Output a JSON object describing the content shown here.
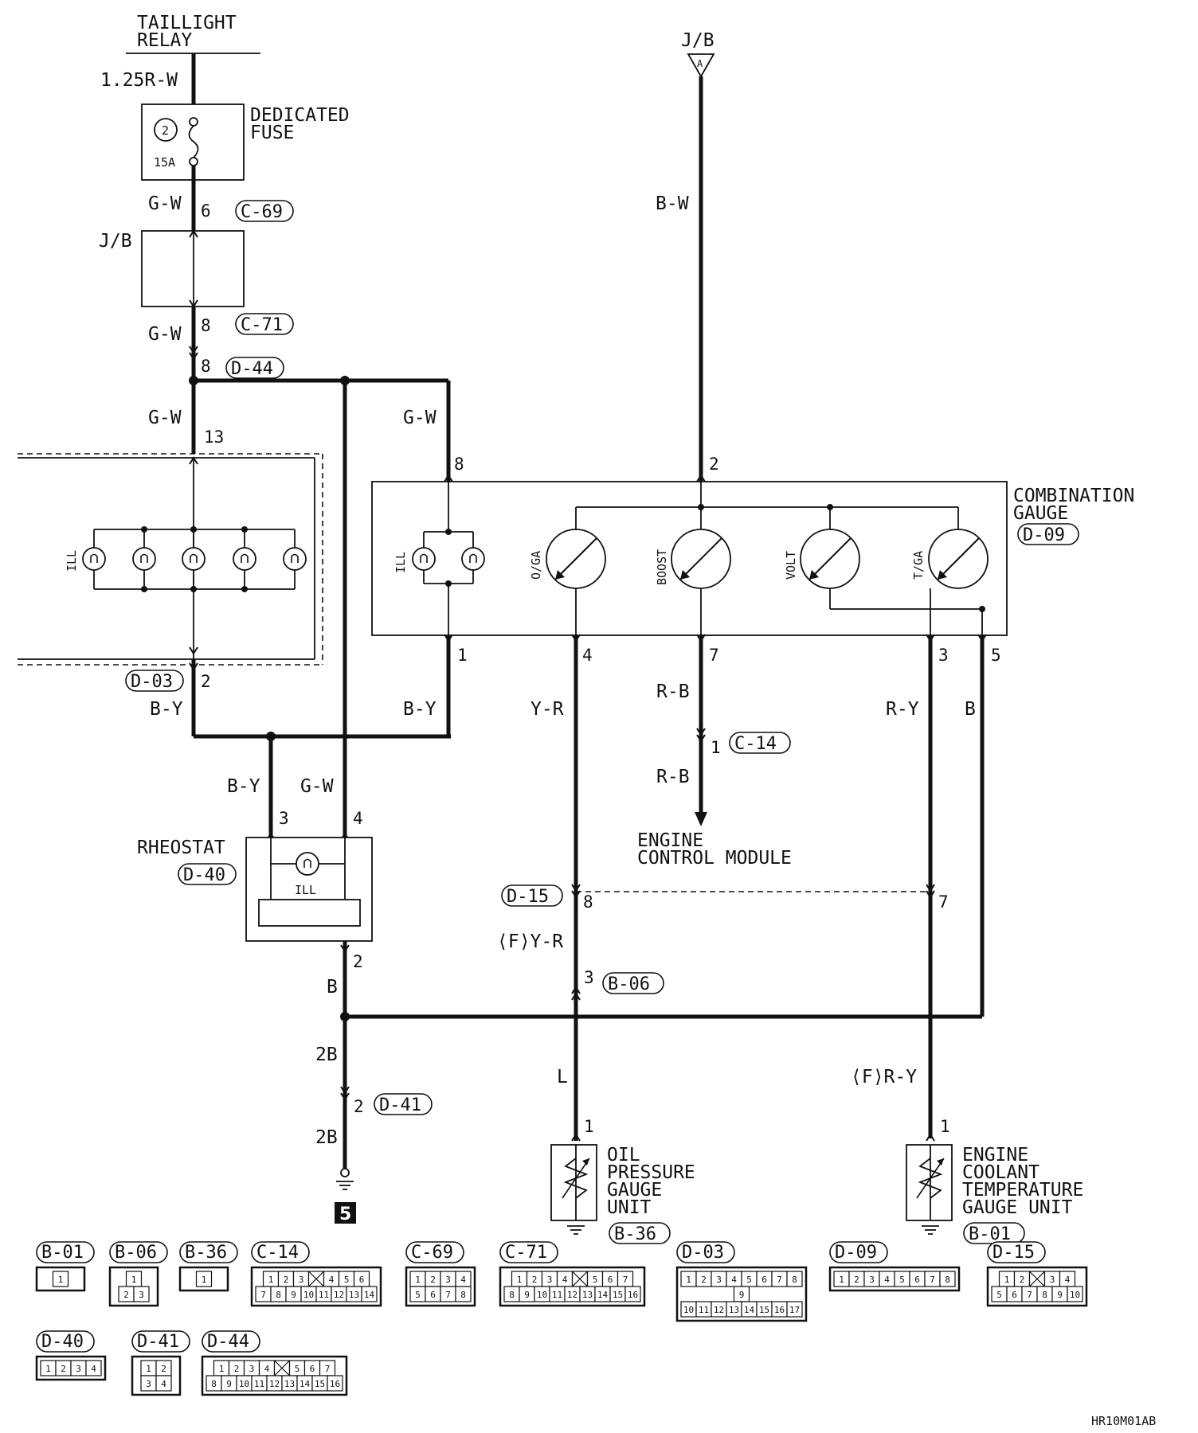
{
  "labels": {
    "taillight_relay": [
      "TAILLIGHT",
      "RELAY"
    ],
    "dedicated_fuse": [
      "DEDICATED",
      "FUSE"
    ],
    "fuse_number": "2",
    "fuse_rating": "15A",
    "jb": "J/B",
    "jb_terminal": "A",
    "combination_gauge": [
      "COMBINATION",
      "GAUGE"
    ],
    "rheostat": "RHEOSTAT",
    "engine_control_module": [
      "ENGINE",
      "CONTROL MODULE"
    ],
    "oil_pressure_gauge_unit": [
      "OIL",
      "PRESSURE",
      "GAUGE",
      "UNIT"
    ],
    "coolant_temp_gauge_unit": [
      "ENGINE",
      "COOLANT",
      "TEMPERATURE",
      "GAUGE UNIT"
    ],
    "ground_number": "5",
    "drawing_code": "HR10M01AB"
  },
  "gauges": {
    "ill": "ILL",
    "oil_gauge": "O/GA",
    "boost": "BOOST",
    "volt": "VOLT",
    "temp_gauge": "T/GA"
  },
  "wires": {
    "w_125rw": "1.25R-W",
    "w_gw_1": "G-W",
    "w_gw_2": "G-W",
    "w_gw_3": "G-W",
    "w_gw_4": "G-W",
    "w_gw_5": "G-W",
    "w_bw": "B-W",
    "w_by_1": "B-Y",
    "w_by_2": "B-Y",
    "w_by_3": "B-Y",
    "w_yr": "Y-R",
    "w_rb_1": "R-B",
    "w_rb_2": "R-B",
    "w_ry": "R-Y",
    "w_b_1": "B",
    "w_b_2": "B",
    "w_fyr": "⟨F⟩Y-R",
    "w_l": "L",
    "w_fry": "⟨F⟩R-Y",
    "w_2b_1": "2B",
    "w_2b_2": "2B"
  },
  "pins": {
    "p6": "6",
    "p8a": "8",
    "p8b": "8",
    "p13": "13",
    "p8c": "8",
    "p2a": "2",
    "p1a": "1",
    "p4a": "4",
    "p7a": "7",
    "p3a": "3",
    "p5a": "5",
    "p2b": "2",
    "p1b": "1",
    "p3b": "3",
    "p4b": "4",
    "p8d": "8",
    "p7b": "7",
    "p2c": "2",
    "p3c": "3",
    "p2d": "2",
    "p1c": "1",
    "p1d": "1"
  },
  "connectors": {
    "c69": "C-69",
    "c71": "C-71",
    "d44": "D-44",
    "d09": "D-09",
    "d03": "D-03",
    "c14": "C-14",
    "d40": "D-40",
    "d15": "D-15",
    "b06": "B-06",
    "d41": "D-41",
    "b36": "B-36",
    "b01": "B-01"
  },
  "connector_views": [
    {
      "id": "B-01",
      "rows": [
        [
          "1"
        ]
      ]
    },
    {
      "id": "B-06",
      "rows": [
        [
          "1"
        ],
        [
          "2",
          "3"
        ]
      ]
    },
    {
      "id": "B-36",
      "rows": [
        [
          "1"
        ]
      ]
    },
    {
      "id": "C-14",
      "rows": [
        [
          "1",
          "2",
          "3",
          "",
          "4",
          "5",
          "6"
        ],
        [
          "7",
          "8",
          "9",
          "10",
          "11",
          "12",
          "13",
          "14"
        ]
      ]
    },
    {
      "id": "C-69",
      "rows": [
        [
          "1",
          "2",
          "3",
          "4"
        ],
        [
          "5",
          "6",
          "7",
          "8"
        ]
      ]
    },
    {
      "id": "C-71",
      "rows": [
        [
          "1",
          "2",
          "3",
          "4",
          "",
          "5",
          "6",
          "7"
        ],
        [
          "8",
          "9",
          "10",
          "11",
          "12",
          "13",
          "14",
          "15",
          "16"
        ]
      ]
    },
    {
      "id": "D-03",
      "rows": [
        [
          "1",
          "2",
          "3",
          "4",
          "5",
          "6",
          "7",
          "8"
        ],
        [
          "9"
        ],
        [
          "10",
          "11",
          "12",
          "13",
          "14",
          "15",
          "16",
          "17"
        ]
      ]
    },
    {
      "id": "D-09",
      "rows": [
        [
          "1",
          "2",
          "3",
          "4",
          "5",
          "6",
          "7",
          "8"
        ]
      ]
    },
    {
      "id": "D-15",
      "rows": [
        [
          "1",
          "2",
          "",
          "3",
          "4"
        ],
        [
          "5",
          "6",
          "7",
          "8",
          "9",
          "10"
        ]
      ]
    },
    {
      "id": "D-40",
      "rows": [
        [
          "1",
          "2",
          "3",
          "4"
        ]
      ]
    },
    {
      "id": "D-41",
      "rows": [
        [
          "1",
          "2"
        ],
        [
          "3",
          "4"
        ]
      ]
    },
    {
      "id": "D-44",
      "rows": [
        [
          "1",
          "2",
          "3",
          "4",
          "",
          "5",
          "6",
          "7"
        ],
        [
          "8",
          "9",
          "10",
          "11",
          "12",
          "13",
          "14",
          "15",
          "16"
        ]
      ]
    }
  ]
}
